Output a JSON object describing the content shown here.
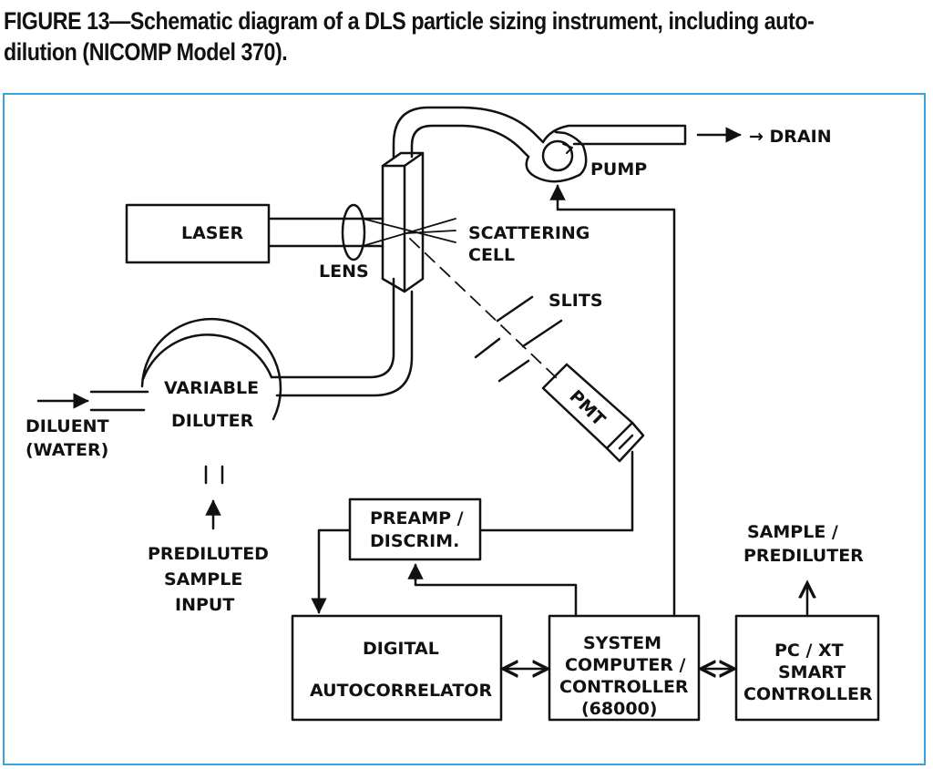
{
  "caption": {
    "line1": "FIGURE 13—Schematic diagram of a DLS particle sizing instrument, including auto-",
    "line2": "dilution (NICOMP Model 370)."
  },
  "labels": {
    "drain": "→ DRAIN",
    "pump": "PUMP",
    "laser": "LASER",
    "lens": "LENS",
    "scattering_1": "SCATTERING",
    "scattering_2": "CELL",
    "slits": "SLITS",
    "pmt": "PMT",
    "variable": "VARIABLE",
    "diluter": "DILUTER",
    "diluent_1": "DILUENT",
    "diluent_2": "(WATER)",
    "prediluted_1": "PREDILUTED",
    "prediluted_2": "SAMPLE",
    "prediluted_3": "INPUT",
    "preamp_1": "PREAMP /",
    "preamp_2": "DISCRIM.",
    "sample_pre_1": "SAMPLE /",
    "sample_pre_2": "PREDILUTER",
    "digital": "DIGITAL",
    "autocorrelator": "AUTOCORRELATOR",
    "system_1": "SYSTEM",
    "system_2": "COMPUTER /",
    "system_3": "CONTROLLER",
    "system_4": "(68000)",
    "pcxt_1": "PC / XT",
    "pcxt_2": "SMART",
    "pcxt_3": "CONTROLLER"
  },
  "colors": {
    "frame_border": "#3aa3d8",
    "ink": "#111111"
  }
}
